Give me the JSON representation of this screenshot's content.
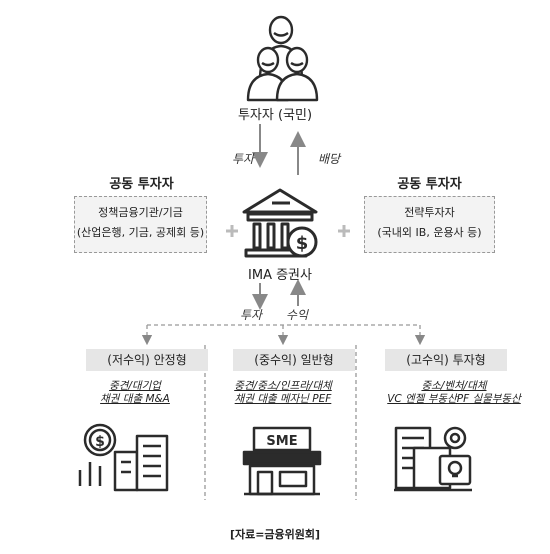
{
  "investor": {
    "label": "투자자 (국민)",
    "icon": "people-group-icon"
  },
  "flows": {
    "invest_down": "투자",
    "dividend_up": "배당",
    "invest_down2": "투자",
    "return_up": "수익"
  },
  "co_investor_left": {
    "title": "공동 투자자",
    "line1": "정책금융기관/기금",
    "line2": "(산업은행, 기금, 공제회 등)"
  },
  "co_investor_right": {
    "title": "공동 투자자",
    "line1": "전략투자자",
    "line2": "(국내외 IB, 운용사 등)"
  },
  "center": {
    "label": "IMA 증권사",
    "icon": "bank-building-icon"
  },
  "categories": [
    {
      "label": "(저수익) 안정형",
      "desc_line1": "중견/대기업",
      "desc_line2": "채권 대출 M&A",
      "icon": "city-money-icon"
    },
    {
      "label": "(중수익) 일반형",
      "desc_line1": "중견/중소/인프라/대체",
      "desc_line2": "채권 대출 메자닌 PEF",
      "icon": "sme-store-icon",
      "sign_text": "SME"
    },
    {
      "label": "(고수익) 투자형",
      "desc_line1": "중소/벤처/대체",
      "desc_line2": "VC 엔젤 부동산PF 실물부동산",
      "icon": "startup-office-icon"
    }
  ],
  "source": "[자료=금융위원회]",
  "colors": {
    "arrow": "#888888",
    "box_fill": "#f3f3f3",
    "cat_fill": "#e6e6e6",
    "icon": "#2b2b2b"
  }
}
